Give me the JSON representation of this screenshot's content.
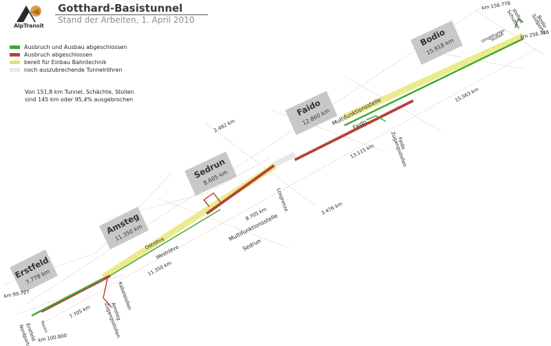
{
  "header": {
    "logo_text": "AlpTransit",
    "title": "Gotthard-Basistunnel",
    "subtitle": "Stand der Arbeiten, 1. April 2010"
  },
  "legend": [
    {
      "label": "Ausbruch und Ausbau abgeschlossen",
      "color": "#3fa535"
    },
    {
      "label": "Ausbruch abgeschlossen",
      "color": "#b5433a"
    },
    {
      "label": "bereit für Einbau Bahntechnik",
      "color": "#e9e06a"
    },
    {
      "label": "noch auszubrechende Tunnelröhren",
      "color": "#eeeedd"
    }
  ],
  "summary": {
    "line1": "Von 151,8 km Tunnel, Schächte, Stollen",
    "line2": "sind 145 km oder 95,4% ausgebrochen"
  },
  "sections": {
    "erstfeld": {
      "name": "Erstfeld",
      "length": "7.778 km"
    },
    "amsteg": {
      "name": "Amsteg",
      "length": "11.350 km"
    },
    "sedrun": {
      "name": "Sedrun",
      "length": "8.605 km"
    },
    "faido": {
      "name": "Faido",
      "length": "12.860 km"
    },
    "bodio": {
      "name": "Bodio",
      "length": "15.918 km"
    }
  },
  "labels": {
    "km_north_top": "km 99.727",
    "km_north_bottom": "km 100.800",
    "km_south_top": "km 156.778",
    "km_south_bottom": "km 256.778",
    "nordportal": "Nordportal",
    "nordportal_place": "Erstfeld",
    "bypass_north": "Bypass",
    "kabelstollen": "Kabelstollen",
    "zugangsstollen_amsteg_1": "Zugangsstollen",
    "zugangsstollen_amsteg_2": "Amsteg",
    "d_7705": "7.705 km",
    "d_11350_a": "11.350 km",
    "d_11350_b": "11.350 km",
    "oströhre": "Oströhre",
    "weströhre": "Weströhre",
    "d_8705": "8.705 km",
    "mfs_sedrun_1": "Multifunktionsstelle",
    "mfs_sedrun_2": "Sedrun",
    "losgrenze": "Losgrenze",
    "d_2492": "2.492 km",
    "d_3476": "3.476 km",
    "d_13115": "13.115 km",
    "mfs_faido_1": "Multifunktionsstelle",
    "mfs_faido_2": "Faido",
    "zugangsstollen_faido_1": "Zugangsstollen",
    "zugangsstollen_faido_2": "Faido",
    "d_15563": "15.563 km",
    "umgehungsstollen_1": "Umgehungs-",
    "umgehungsstollen_2": "stollen",
    "schutterstollen_1": "Schutter-",
    "schutterstollen_2": "stollen",
    "suedportal": "Südportal",
    "suedportal_place": "Bodio"
  }
}
